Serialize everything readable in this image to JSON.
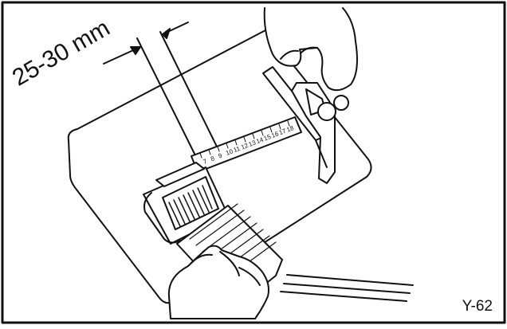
{
  "figure": {
    "dimension_label": "25-30 mm",
    "figure_id": "Y-62",
    "ruler_ticks": [
      "7",
      "8",
      "9",
      "10",
      "11",
      "12",
      "13",
      "14",
      "15",
      "16",
      "17",
      "18"
    ],
    "line_color": "#111111",
    "background": "#ffffff"
  }
}
